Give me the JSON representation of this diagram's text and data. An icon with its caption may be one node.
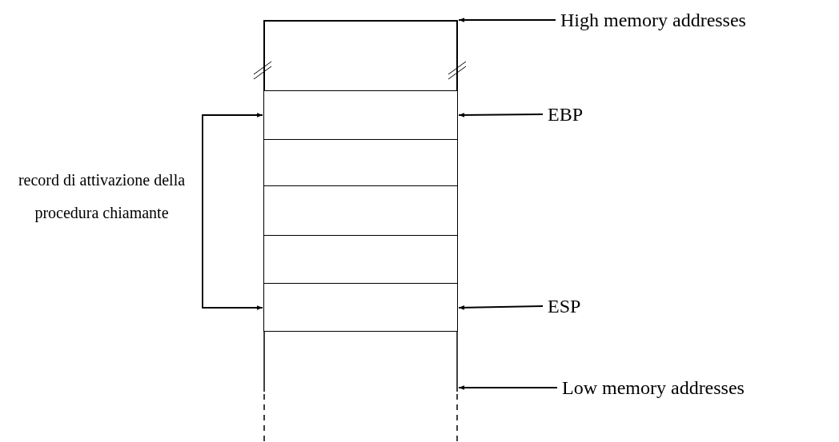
{
  "diagram": {
    "nodes": [
      {
        "text": [],
        "shape": "box"
      },
      {
        "text": [],
        "shape": "box"
      },
      {
        "text": [],
        "shape": "box"
      },
      {
        "text": [],
        "shape": "box"
      },
      {
        "text": [],
        "shape": "box"
      },
      {
        "text": [],
        "shape": "box"
      },
      {
        "text": [],
        "shape": "box"
      },
      {
        "text": [
          "High memory addresses"
        ]
      },
      {
        "text": [
          "EBP"
        ]
      },
      {
        "text": [
          "ESP"
        ]
      },
      {
        "text": [
          "Low memory addresses"
        ]
      },
      {
        "text": [
          "record di attivazione della procedura chiamante"
        ]
      }
    ],
    "edges": [
      {
        "from": 7,
        "to": 0,
        "arrow": "to"
      },
      {
        "from": 8,
        "to": 1,
        "arrow": "to"
      },
      {
        "from": 9,
        "to": 5,
        "arrow": "to"
      },
      {
        "from": 10,
        "to": 6,
        "arrow": "to"
      },
      {
        "from": 11,
        "to": 1,
        "arrow": "to"
      },
      {
        "from": 11,
        "to": 5,
        "arrow": "to"
      }
    ]
  }
}
